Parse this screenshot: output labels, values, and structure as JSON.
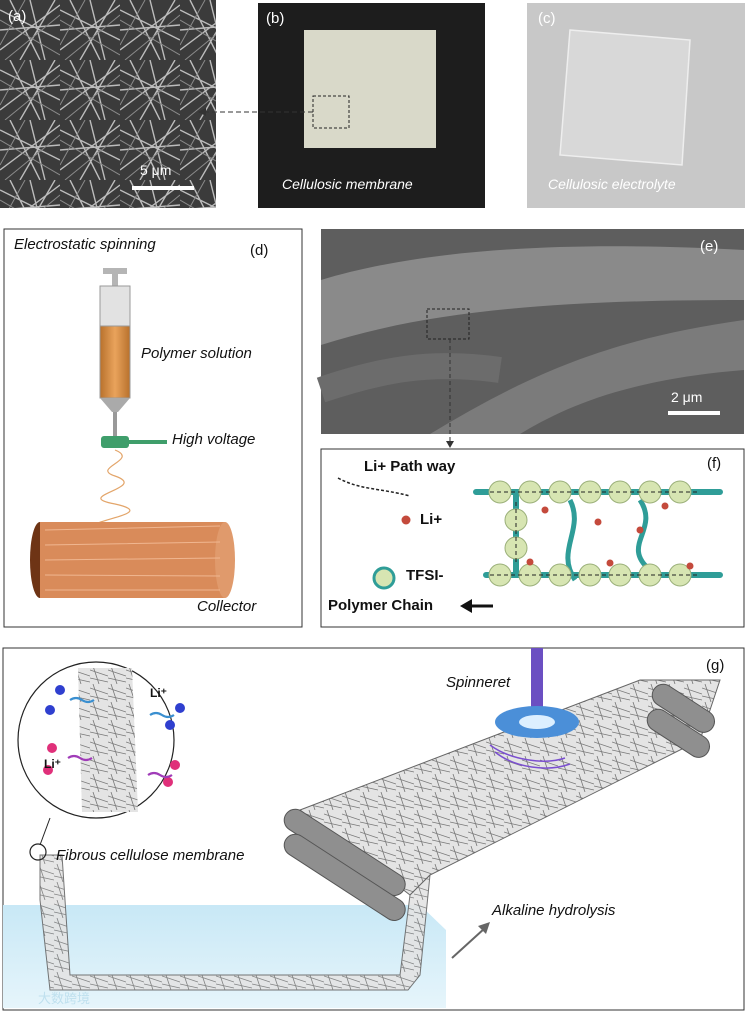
{
  "panels": {
    "a": {
      "tag": "(a)",
      "scale": "5 μm"
    },
    "b": {
      "tag": "(b)",
      "caption": "Cellulosic membrane"
    },
    "c": {
      "tag": "(c)",
      "caption": "Cellulosic electrolyte"
    },
    "d": {
      "tag": "(d)",
      "title": "Electrostatic spinning",
      "solution": "Polymer solution",
      "voltage": "High voltage",
      "collector": "Collector"
    },
    "e": {
      "tag": "(e)",
      "scale": "2 μm"
    },
    "f": {
      "tag": "(f)",
      "path": "Li+ Path way",
      "li": "Li+",
      "tfsi": "TFSI-",
      "chain": "Polymer Chain"
    },
    "g": {
      "tag": "(g)",
      "spinneret": "Spinneret",
      "membrane": "Fibrous cellulose membrane",
      "hydrolysis": "Alkaline hydrolysis",
      "li1": "Li⁺",
      "li2": "Li⁺",
      "watermark": "大数跨境"
    }
  },
  "colors": {
    "sem_dark": "#3e3e3e",
    "photo_bg": "#1d1d1d",
    "membrane": "#d9d9c9",
    "syringe": "#d38a3a",
    "collector": "#d98b5a",
    "electrode": "#3f9e6b",
    "chain": "#2f9d98",
    "tfsi": "#d7e5b2",
    "li_dot": "#c44a3c",
    "water": "#bfe3f3",
    "spinneret": "#6b4fc2"
  }
}
